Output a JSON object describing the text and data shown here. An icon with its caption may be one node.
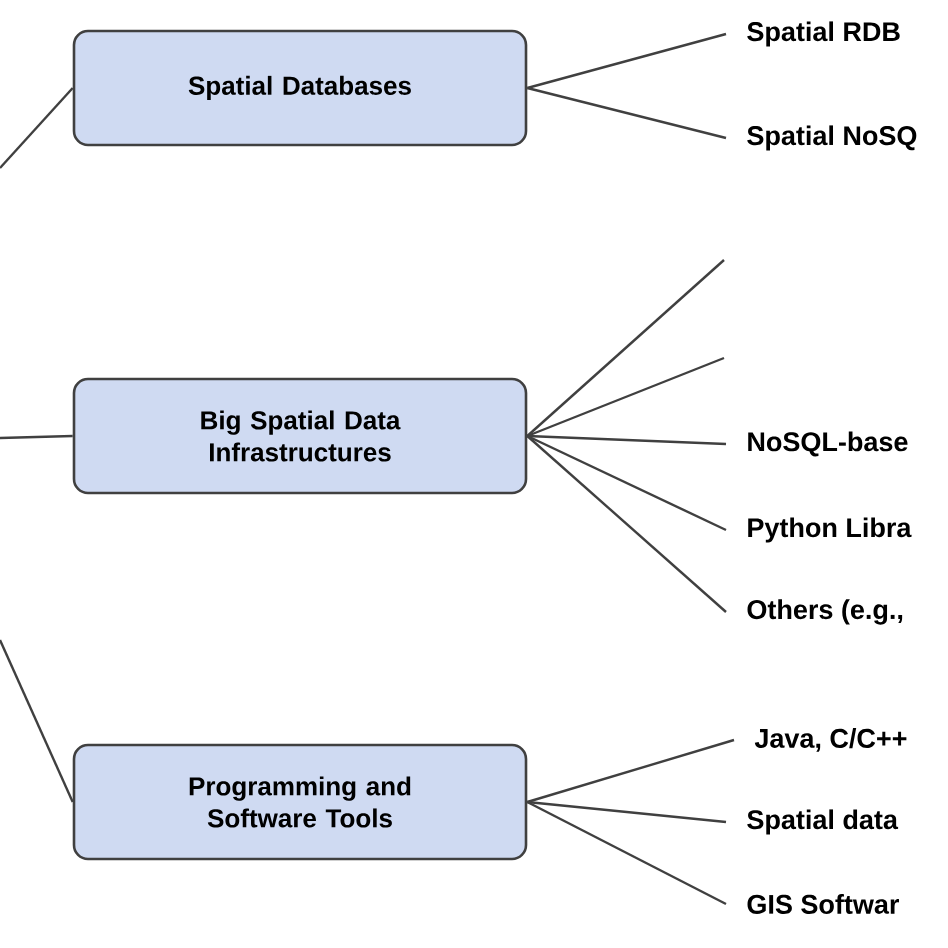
{
  "diagram": {
    "nodes": [
      {
        "text": [
          "Spatial Databases"
        ]
      },
      {
        "text": [
          "Spatial RDB"
        ]
      },
      {
        "text": [
          "Spatial NoSQ"
        ]
      },
      {
        "text": [
          "Big Spatial Data Infrastructures"
        ]
      },
      {
        "text": [
          "NoSQL-base"
        ]
      },
      {
        "text": [
          "Python Libra"
        ]
      },
      {
        "text": [
          "Others (e.g.,"
        ]
      },
      {
        "text": [
          "Programming and Software Tools"
        ]
      },
      {
        "text": [
          "Java, C/C++"
        ]
      },
      {
        "text": [
          "Spatial data"
        ]
      },
      {
        "text": [
          "GIS Softwar"
        ]
      }
    ],
    "edges": [
      {
        "from": null,
        "to": 0,
        "arrow": "none"
      },
      {
        "from": 0,
        "to": 1,
        "arrow": "none"
      },
      {
        "from": 0,
        "to": 2,
        "arrow": "none"
      },
      {
        "from": null,
        "to": 3,
        "arrow": "none"
      },
      {
        "from": 3,
        "to": null,
        "arrow": "none"
      },
      {
        "from": 3,
        "to": null,
        "arrow": "none"
      },
      {
        "from": 3,
        "to": 4,
        "arrow": "none"
      },
      {
        "from": 3,
        "to": 5,
        "arrow": "none"
      },
      {
        "from": 3,
        "to": 6,
        "arrow": "none"
      },
      {
        "from": null,
        "to": 7,
        "arrow": "none"
      },
      {
        "from": 7,
        "to": 8,
        "arrow": "none"
      },
      {
        "from": 7,
        "to": 9,
        "arrow": "none"
      },
      {
        "from": 7,
        "to": 10,
        "arrow": "none"
      }
    ]
  }
}
